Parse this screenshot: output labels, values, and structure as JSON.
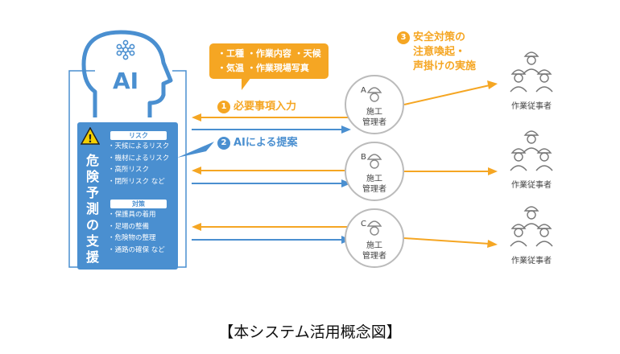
{
  "ai": {
    "label": "AI"
  },
  "panel": {
    "title": "危険予測の支援",
    "risk_header": "リスク",
    "risks": [
      "・天候によるリスク",
      "・機材によるリスク",
      "・高所リスク",
      "・閉所リスク など"
    ],
    "measure_header": "対策",
    "measures": [
      "・保護具の着用",
      "・足場の整備",
      "・危険物の整理",
      "・通路の確保 など"
    ]
  },
  "bubble": {
    "line1": "・工種 ・作業内容 ・天候",
    "line2": "・気温 ・作業現場写真"
  },
  "steps": [
    {
      "num": "1",
      "label": "必要事項入力"
    },
    {
      "num": "2",
      "label": "AIによる提案"
    },
    {
      "num": "3",
      "line1": "安全対策の",
      "line2": "注意喚起・",
      "line3": "声掛けの実施"
    }
  ],
  "managers": [
    {
      "letter": "A",
      "line1": "施工",
      "line2": "管理者"
    },
    {
      "letter": "B",
      "line1": "施工",
      "line2": "管理者"
    },
    {
      "letter": "C",
      "line1": "施工",
      "line2": "管理者"
    }
  ],
  "worker_label": "作業従事者",
  "caption": "【本システム活用概念図】",
  "colors": {
    "blue": "#4a8fd0",
    "orange": "#f5a623",
    "gray": "#b8b8b8"
  }
}
